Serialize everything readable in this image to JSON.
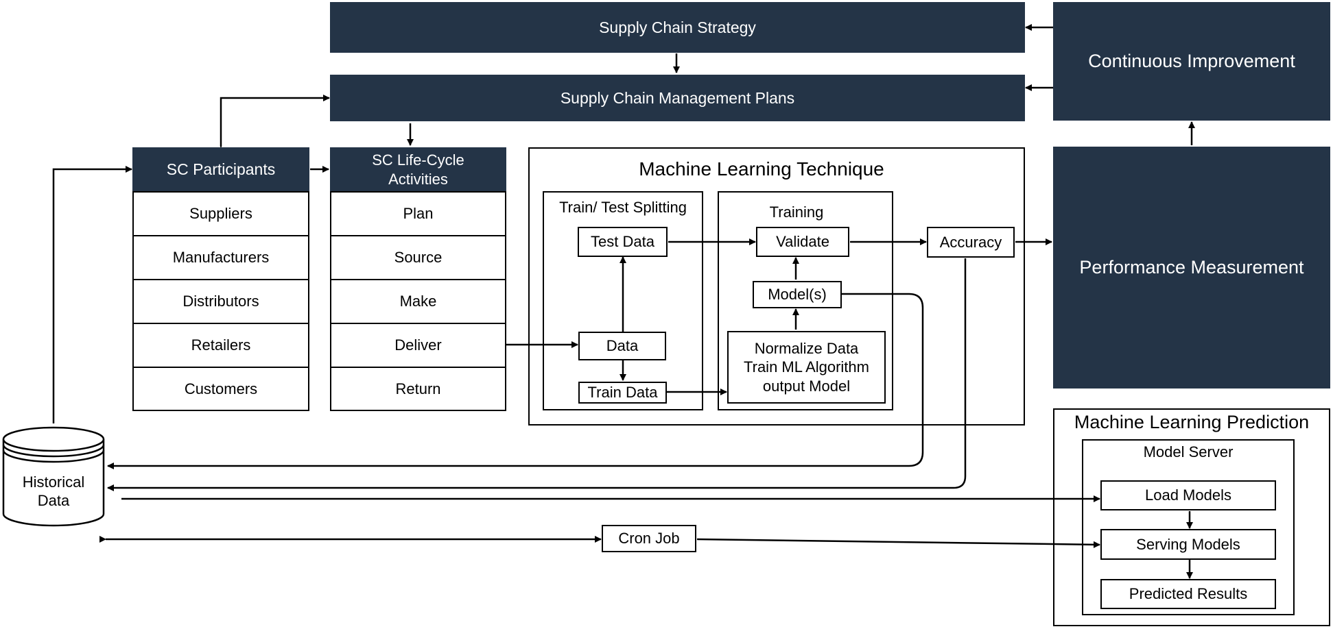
{
  "diagram": {
    "strategy": "Supply Chain Strategy",
    "management_plans": "Supply Chain Management Plans",
    "continuous_improvement": "Continuous Improvement",
    "performance_measurement": "Performance Measurement",
    "participants": {
      "header": "SC Participants",
      "items": [
        "Suppliers",
        "Manufacturers",
        "Distributors",
        "Retailers",
        "Customers"
      ]
    },
    "lifecycle": {
      "header_line1": "SC Life-Cycle",
      "header_line2": "Activities",
      "items": [
        "Plan",
        "Source",
        "Make",
        "Deliver",
        "Return"
      ]
    },
    "ml_technique": {
      "title": "Machine Learning Technique",
      "split_title": "Train/ Test Splitting",
      "test_data": "Test Data",
      "data": "Data",
      "train_data": "Train Data",
      "training_title": "Training",
      "validate": "Validate",
      "models": "Model(s)",
      "normalize_line1": "Normalize Data",
      "normalize_line2": "Train ML Algorithm",
      "normalize_line3": "output Model",
      "accuracy": "Accuracy"
    },
    "historical_line1": "Historical",
    "historical_line2": "Data",
    "cron_job": "Cron Job",
    "ml_prediction": {
      "title": "Machine Learning Prediction",
      "server_title": "Model Server",
      "load_models": "Load Models",
      "serving_models": "Serving Models",
      "predicted_results": "Predicted Results"
    },
    "colors": {
      "dark_fill": "#243447",
      "line": "#000000",
      "background": "#ffffff"
    }
  }
}
